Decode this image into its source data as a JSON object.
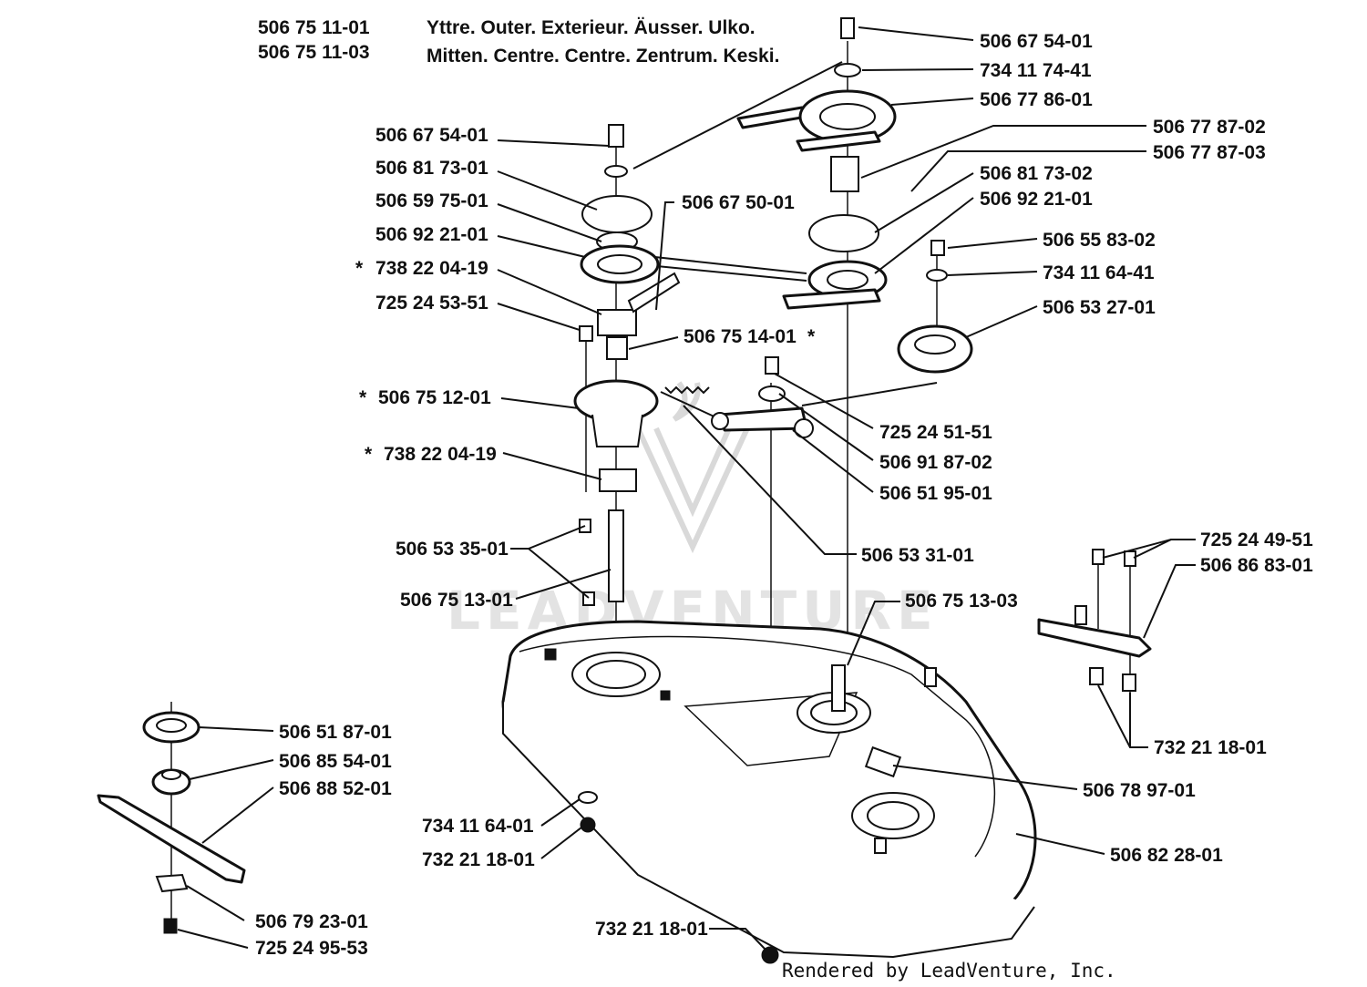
{
  "header": {
    "codes": [
      "506 75 11-01",
      "506 75 11-03"
    ],
    "lines": [
      "Yttre. Outer. Exterieur. Äusser. Ulko.",
      "Mitten. Centre. Centre. Zentrum. Keski."
    ]
  },
  "watermark": {
    "text": "LEADVENTURE"
  },
  "credit": "Rendered by LeadVenture, Inc.",
  "callouts": {
    "p01": "506 67 54-01",
    "p02": "734 11 74-41",
    "p03": "506 77 86-01",
    "p04": "506 77 87-02",
    "p05": "506 77 87-03",
    "p06": "506 81 73-02",
    "p07": "506 92 21-01",
    "p08": "506 55 83-02",
    "p09": "734 11 64-41",
    "p10": "506 53 27-01",
    "p11": "506 67 54-01",
    "p12": "506 81 73-01",
    "p13": "506 59 75-01",
    "p14": "506 67 50-01",
    "p15": "506 92 21-01",
    "p16": "738 22 04-19",
    "p17": "725 24 53-51",
    "p18": "506 75 14-01",
    "p19": "506 75 12-01",
    "p20": "725 24 51-51",
    "p21": "506 91 87-02",
    "p22": "506 51 95-01",
    "p23": "738 22 04-19",
    "p24": "506 53 35-01",
    "p25": "506 53 31-01",
    "p26": "725 24 49-51",
    "p27": "506 86 83-01",
    "p28": "506 75 13-01",
    "p29": "506 75 13-03",
    "p30": "506 51 87-01",
    "p31": "506 85 54-01",
    "p32": "506 88 52-01",
    "p33": "732 21 18-01",
    "p34": "506 78 97-01",
    "p35": "734 11 64-01",
    "p36": "732 21 18-01",
    "p37": "506 82 28-01",
    "p38": "506 79 23-01",
    "p39": "725 24 95-53",
    "p40": "732 21 18-01"
  },
  "marks": {
    "asterisk": "*"
  }
}
